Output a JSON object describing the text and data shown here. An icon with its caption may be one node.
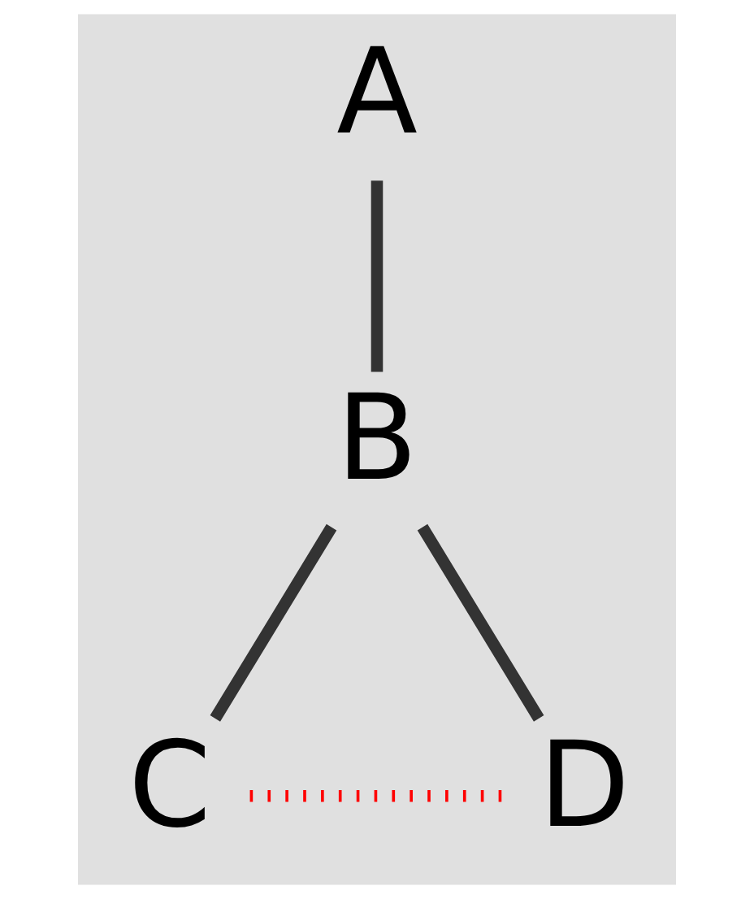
{
  "diagram": {
    "nodes": [
      {
        "text": [
          "A"
        ]
      },
      {
        "text": [
          "B"
        ]
      },
      {
        "text": [
          "C"
        ]
      },
      {
        "text": [
          "D"
        ]
      }
    ],
    "edges": [
      {
        "from": 0,
        "to": 1,
        "arrow": "none"
      },
      {
        "from": 1,
        "to": 2,
        "arrow": "none"
      },
      {
        "from": 1,
        "to": 3,
        "arrow": "none"
      },
      {
        "from": 2,
        "to": 3,
        "arrow": "none",
        "style": "dashed",
        "color": "#ff0000"
      }
    ]
  }
}
